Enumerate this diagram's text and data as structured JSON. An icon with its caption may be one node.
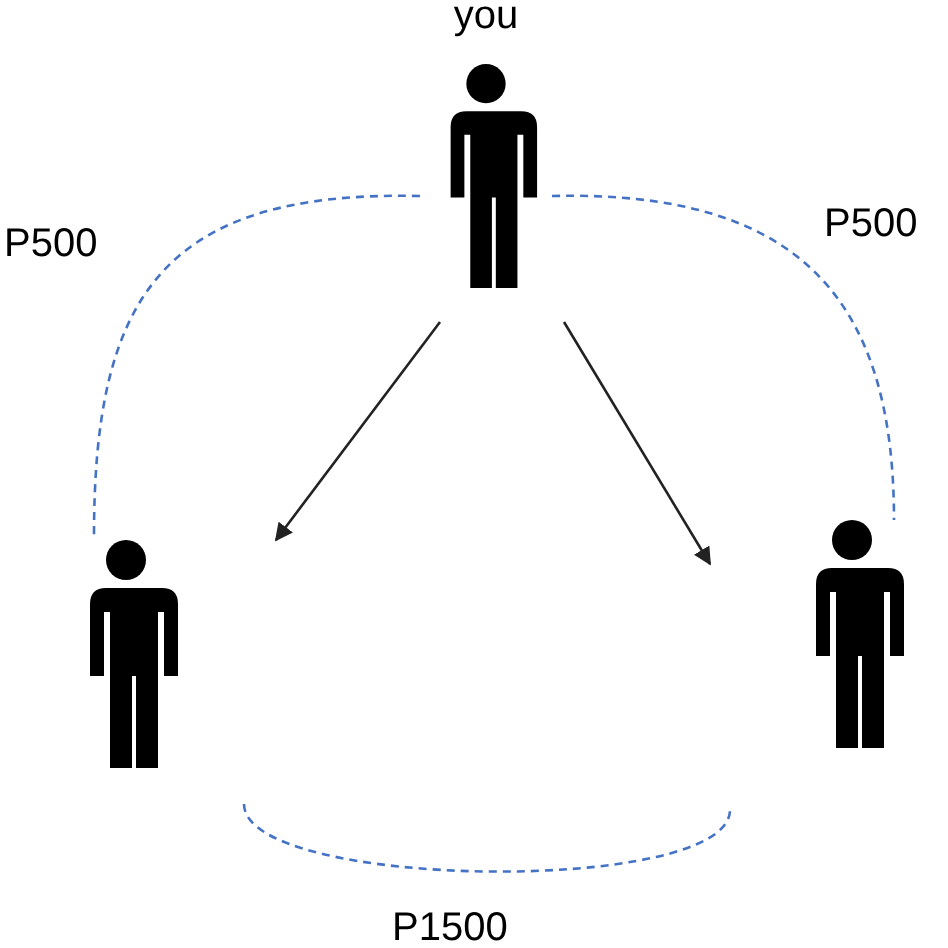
{
  "diagram": {
    "nodes": [
      {
        "text": [
          "you"
        ]
      },
      {
        "text": [],
        "shape": "person"
      },
      {
        "text": [],
        "shape": "person"
      }
    ],
    "edges": [
      {
        "from": 0,
        "to": 1,
        "arrow": "to",
        "color": "#222222"
      },
      {
        "from": 0,
        "to": 2,
        "arrow": "to",
        "color": "#222222"
      },
      {
        "from": 0,
        "to": 1,
        "arrow": "none",
        "label": "P500",
        "style": "dashed",
        "color": "#4472c4"
      },
      {
        "from": 0,
        "to": 2,
        "arrow": "none",
        "label": "P500",
        "style": "dashed",
        "color": "#4472c4"
      },
      {
        "from": 1,
        "to": 2,
        "arrow": "none",
        "label": "P1500",
        "style": "dashed",
        "color": "#4472c4"
      }
    ]
  }
}
